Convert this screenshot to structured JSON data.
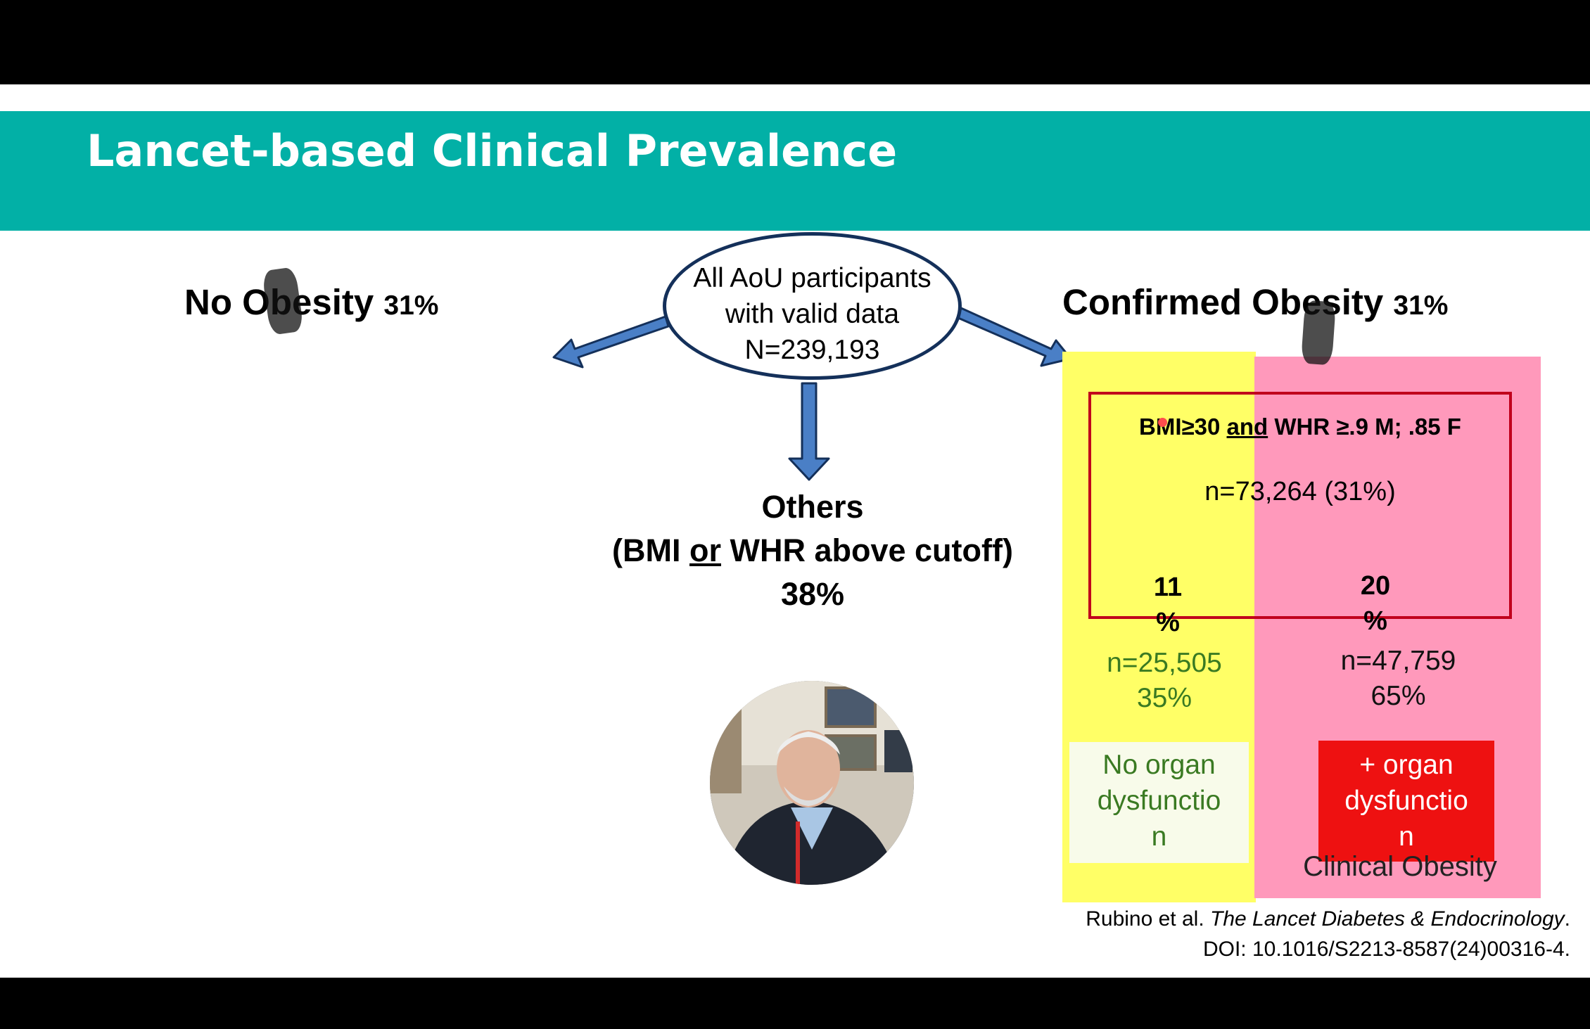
{
  "slide": {
    "title": "Lancet-based Clinical Prevalence"
  },
  "left": {
    "label": "No Obesity",
    "pct": "31%"
  },
  "right": {
    "label": "Confirmed Obesity",
    "pct": "31%"
  },
  "center": {
    "ellipse_lines": [
      "All AoU participants",
      "with valid data",
      "N=239,193"
    ],
    "others_line1": "Others",
    "others_line2_pre": "(BMI ",
    "others_line2_or": "or",
    "others_line2_post": " WHR above cutoff)",
    "others_pct": "38%"
  },
  "confirmed_box": {
    "criteria_pre": "BMI≥30 ",
    "criteria_and": "and",
    "criteria_post": " WHR ≥.9 M;  .85 F",
    "n_total": "n=73,264 (31%)",
    "left_pct_num": "11",
    "left_pct_sign": "%",
    "right_pct_num": "20",
    "right_pct_sign": "%"
  },
  "yellow": {
    "n": "n=25,505",
    "share": "35%",
    "label_lines": [
      "No organ",
      "dysfunctio",
      "n"
    ]
  },
  "pink": {
    "n": "n=47,759",
    "share": "65%",
    "label_lines": [
      "+ organ",
      "dysfunctio",
      "n"
    ],
    "footer": "Clinical Obesity"
  },
  "citation": {
    "authors": "Rubino et al. ",
    "journal": "The Lancet Diabetes & Endocrinology",
    "end": ".",
    "doi": "DOI: 10.1016/S2213-8587(24)00316-4."
  },
  "colors": {
    "banner": "#02b0a6",
    "arrow_fill": "#4a7fc6",
    "arrow_stroke": "#14305a",
    "yellow": "#ffff66",
    "pink": "#ff99bb",
    "red_box": "#c0001c",
    "organ_red": "#ee1111",
    "green_text": "#3a7a22"
  }
}
